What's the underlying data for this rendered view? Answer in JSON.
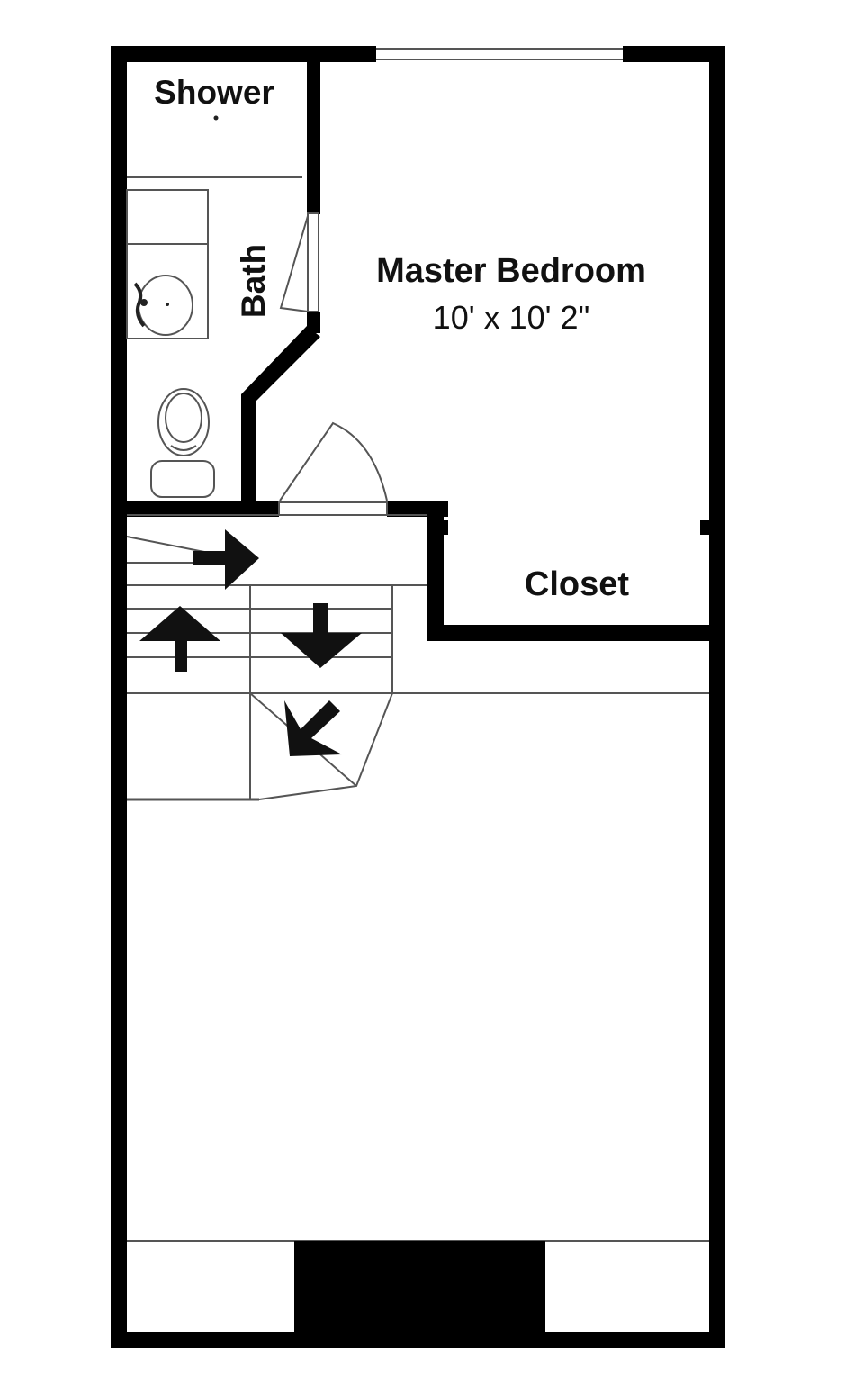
{
  "rooms": {
    "shower": {
      "label": "Shower"
    },
    "bath": {
      "label": "Bath"
    },
    "master_bedroom": {
      "label": "Master Bedroom",
      "dimensions": "10' x 10' 2\""
    },
    "closet": {
      "label": "Closet"
    }
  },
  "colors": {
    "wall": "#000000",
    "thin_line": "#555555",
    "background": "#ffffff",
    "text": "#111111"
  },
  "icons": {
    "stair_arrows": [
      "arrow-right-icon",
      "arrow-up-icon",
      "arrow-down-icon",
      "arrow-down-left-icon"
    ],
    "fixtures": [
      "sink-icon",
      "toilet-icon"
    ]
  }
}
